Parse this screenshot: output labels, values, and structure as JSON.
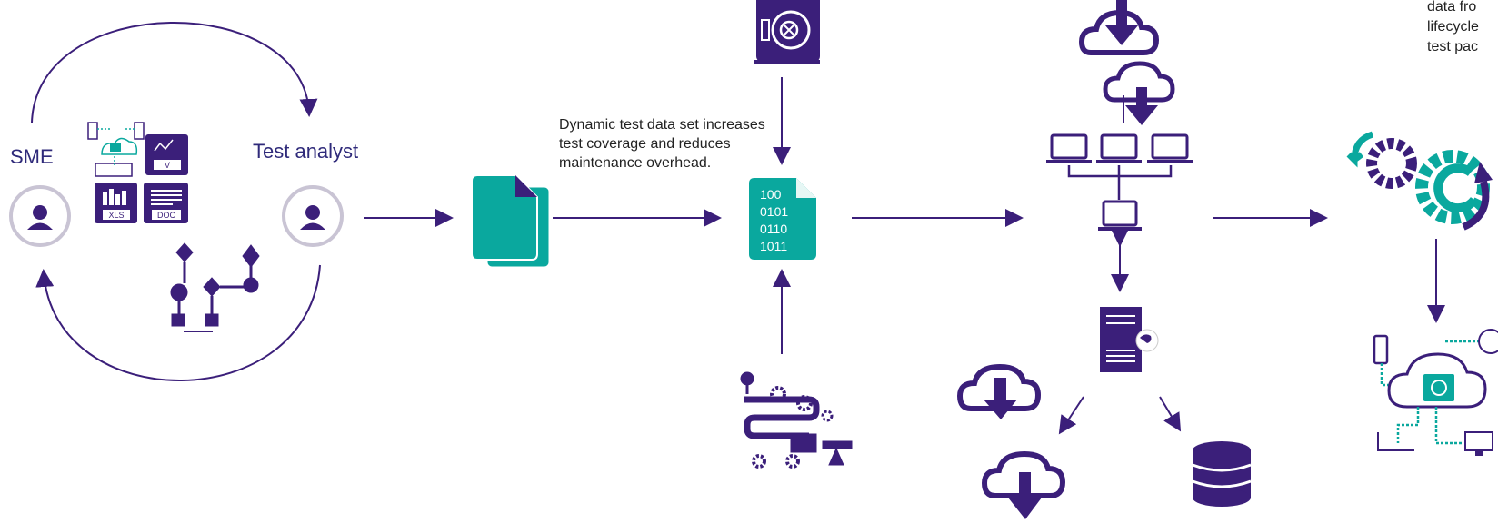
{
  "labels": {
    "sme": "SME",
    "test_analyst": "Test analyst",
    "description": "Dynamic test data set increases test coverage and reduces maintenance overhead.",
    "note_lines": [
      "data fro",
      "lifecycle",
      "test pac"
    ]
  },
  "binary_lines": [
    "100",
    "0101",
    "0110",
    "1011"
  ],
  "doc_badges": {
    "xls": "XLS",
    "doc": "DOC",
    "v": "V"
  },
  "colors": {
    "purple": "#3b1f7a",
    "teal": "#0aa89e",
    "text": "#222222",
    "label": "#2f2a7a"
  }
}
